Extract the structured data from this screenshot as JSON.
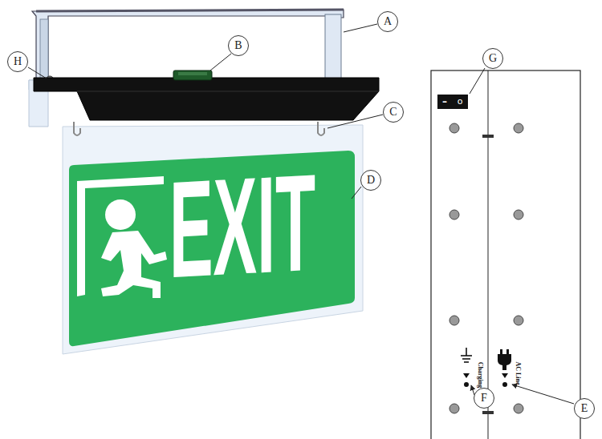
{
  "diagram": {
    "labels": [
      "A",
      "B",
      "C",
      "D",
      "E",
      "F",
      "G",
      "H",
      "EXIT",
      "–",
      "o",
      "Charging",
      "AC Line"
    ]
  }
}
